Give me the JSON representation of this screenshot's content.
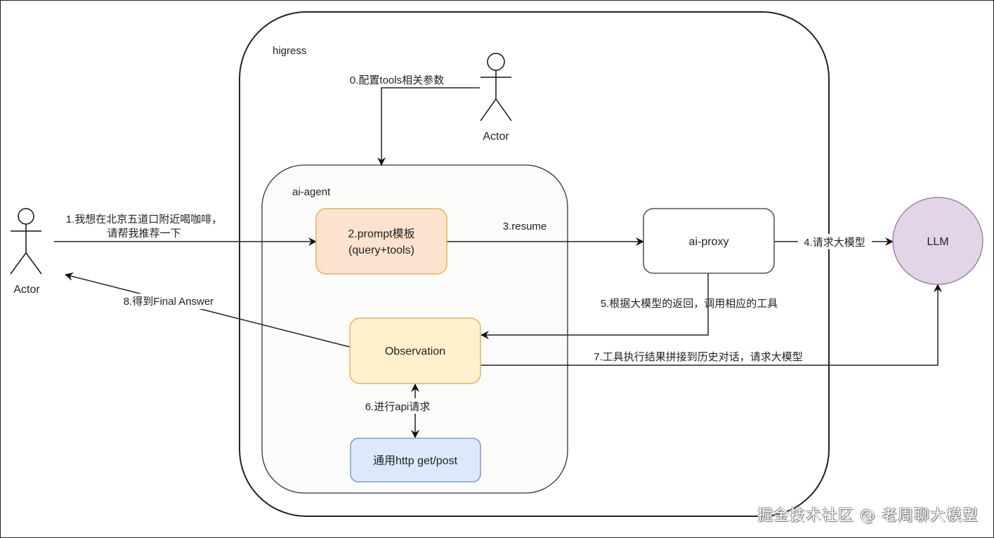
{
  "diagram": {
    "containers": {
      "higress": {
        "label": "higress"
      },
      "ai_agent": {
        "label": "ai-agent"
      }
    },
    "actors": {
      "user": {
        "label": "Actor"
      },
      "admin": {
        "label": "Actor"
      }
    },
    "nodes": {
      "prompt": {
        "line1": "2.prompt模板",
        "line2": "(query+tools)",
        "fill": "#fde3cd",
        "stroke": "#e6b05a"
      },
      "observation": {
        "label": "Observation",
        "fill": "#fff1cc",
        "stroke": "#d9b56a"
      },
      "http": {
        "label": "通用http get/post",
        "fill": "#dde8fb",
        "stroke": "#6c8ebf"
      },
      "ai_proxy": {
        "label": "ai-proxy",
        "fill": "#ffffff",
        "stroke": "#333333"
      },
      "llm": {
        "label": "LLM",
        "fill": "#e1d5e7",
        "stroke": "#9673a6"
      }
    },
    "edges": {
      "step0": {
        "label": "0.配置tools相关参数"
      },
      "step1": {
        "line1": "1.我想在北京五道口附近喝咖啡，",
        "line2": "请帮我推荐一下"
      },
      "step3": {
        "label": "3.resume"
      },
      "step4": {
        "label": "4.请求大模型"
      },
      "step5": {
        "label": "5.根据大模型的返回，调用相应的工具"
      },
      "step6": {
        "label": "6.进行api请求"
      },
      "step7": {
        "label": "7.工具执行结果拼接到历史对话，请求大模型"
      },
      "step8": {
        "label": "8.得到Final Answer"
      }
    }
  },
  "watermark": "掘金技术社区 @ 老周聊大模型"
}
